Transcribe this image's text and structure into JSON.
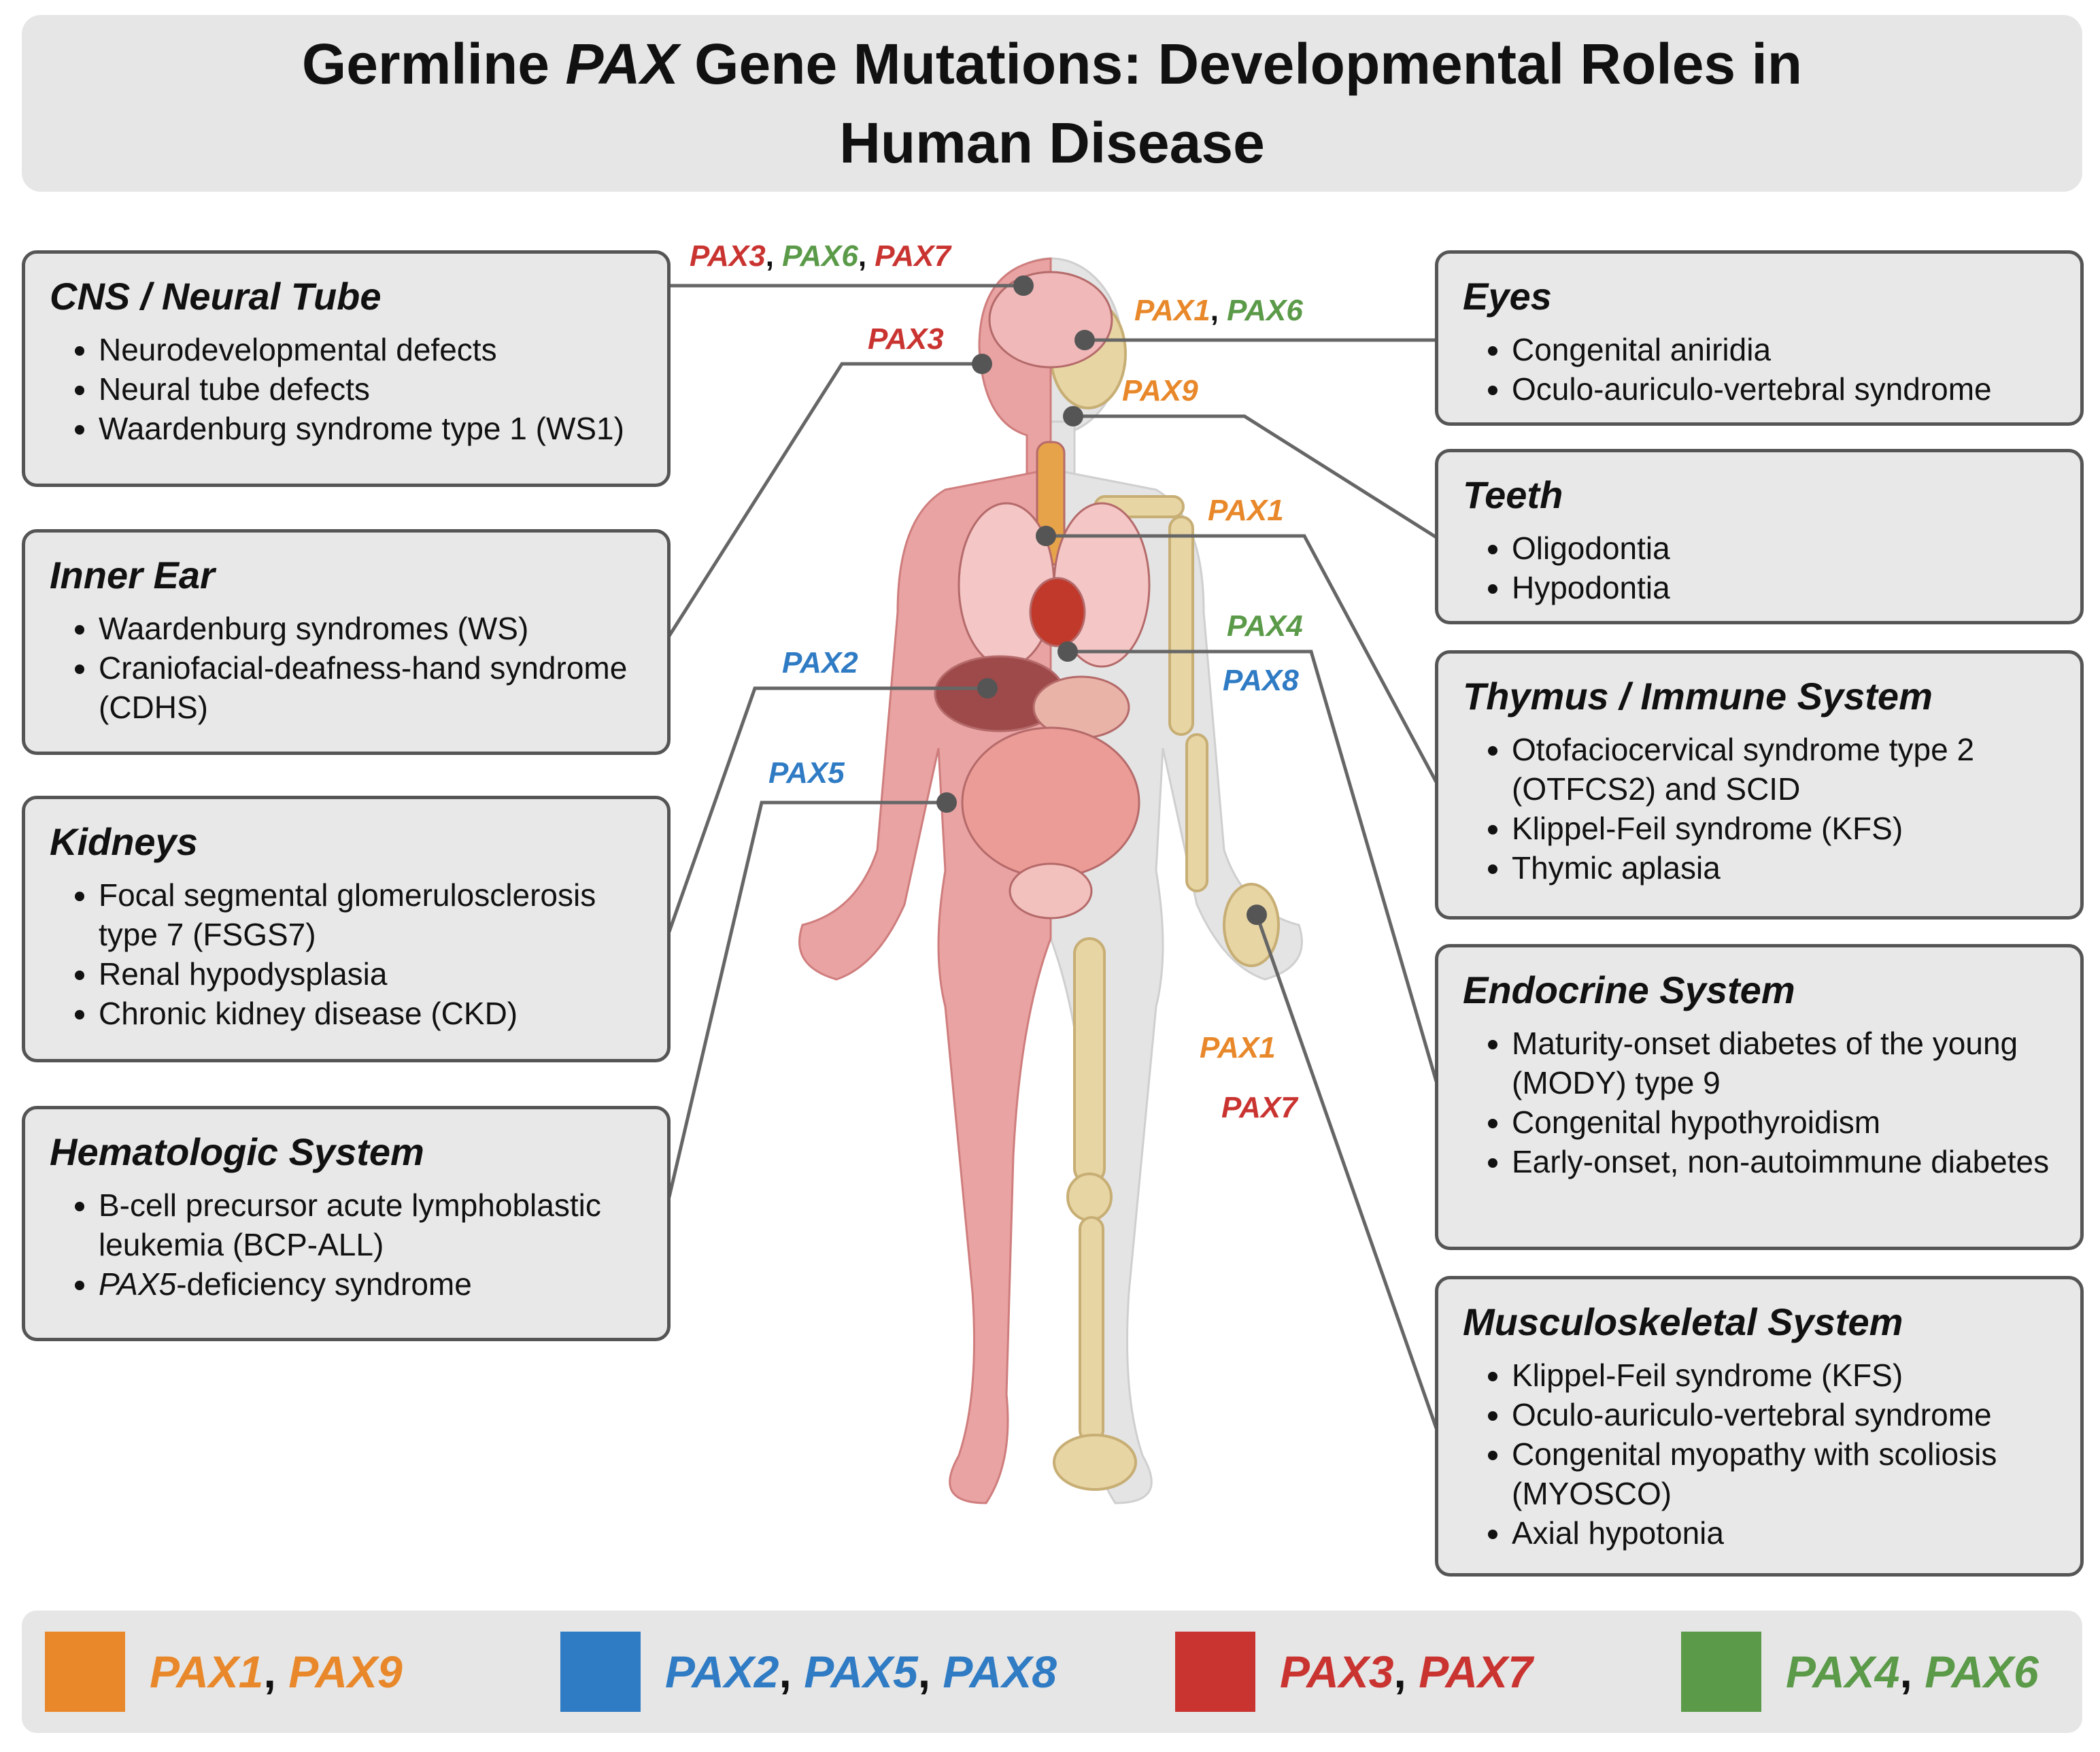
{
  "title": {
    "prefix": "Germline ",
    "italic": "PAX",
    "line1_rest": " Gene Mutations: Developmental Roles in",
    "line2": "Human Disease"
  },
  "colors": {
    "orange": "#e8882a",
    "blue": "#2f7bc4",
    "red": "#c93431",
    "green": "#5a9a48"
  },
  "cards": {
    "cns": {
      "heading": "CNS / Neural Tube",
      "items": [
        "Neurodevelopmental defects",
        "Neural tube defects",
        "Waardenburg syndrome type 1 (WS1)"
      ]
    },
    "inner_ear": {
      "heading": "Inner Ear",
      "items": [
        "Waardenburg syndromes (WS)",
        "Craniofacial-deafness-hand syndrome (CDHS)"
      ]
    },
    "kidneys": {
      "heading": "Kidneys",
      "items": [
        "Focal segmental glomerulosclerosis type 7 (FSGS7)",
        "Renal hypodysplasia",
        "Chronic kidney disease (CKD)"
      ]
    },
    "hematologic": {
      "heading": "Hematologic System",
      "items": [
        "B-cell precursor acute lymphoblastic leukemia (BCP-ALL)"
      ],
      "item2_italic": "PAX5",
      "item2_rest": "-deficiency syndrome"
    },
    "eyes": {
      "heading": "Eyes",
      "items": [
        "Congenital aniridia",
        "Oculo-auriculo-vertebral syndrome"
      ]
    },
    "teeth": {
      "heading": "Teeth",
      "items": [
        "Oligodontia",
        "Hypodontia"
      ]
    },
    "thymus": {
      "heading": "Thymus / Immune System",
      "items": [
        "Otofaciocervical syndrome type 2 (OTFCS2) and SCID",
        "Klippel-Feil syndrome (KFS)",
        "Thymic aplasia"
      ]
    },
    "endocrine": {
      "heading": "Endocrine System",
      "items": [
        "Maturity-onset diabetes of the young (MODY) type 9",
        "Congenital hypothyroidism",
        "Early-onset, non-autoimmune diabetes"
      ]
    },
    "musculoskeletal": {
      "heading": "Musculoskeletal System",
      "items": [
        "Klippel-Feil syndrome (KFS)",
        "Oculo-auriculo-vertebral syndrome",
        "Congenital myopathy with scoliosis (MYOSCO)",
        "Axial hypotonia"
      ]
    }
  },
  "genes": {
    "pax1": "PAX1",
    "pax2": "PAX2",
    "pax3": "PAX3",
    "pax4": "PAX4",
    "pax5": "PAX5",
    "pax6": "PAX6",
    "pax7": "PAX7",
    "pax8": "PAX8",
    "pax9": "PAX9",
    "comma": ", "
  },
  "legend": {
    "items": [
      {
        "a": "PAX1",
        "b": "PAX9",
        "color": "#e8882a"
      },
      {
        "a": "PAX2",
        "b": "PAX5",
        "c": "PAX8",
        "color": "#2f7bc4"
      },
      {
        "a": "PAX3",
        "b": "PAX7",
        "color": "#c93431"
      },
      {
        "a": "PAX4",
        "b": "PAX6",
        "color": "#5a9a48"
      }
    ]
  }
}
